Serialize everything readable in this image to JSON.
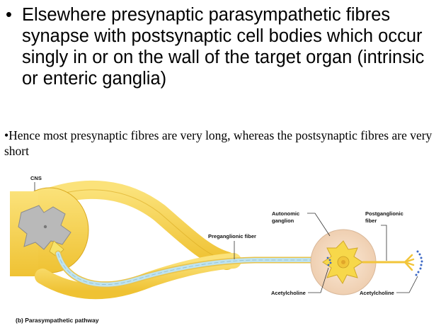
{
  "slide": {
    "bullet_glyph": "•",
    "main_text": "Elsewhere presynaptic parasympathetic fibres synapse with postsynaptic cell bodies which occur singly in or on the wall of the target organ (intrinsic or enteric ganglia)",
    "sub_text": "•Hence most presynaptic fibres are very long, whereas the postsynaptic fibres are very short"
  },
  "figure": {
    "cns_label": "CNS",
    "autonomic_label_1": "Autonomic",
    "autonomic_label_2": "ganglion",
    "postganglionic_label_1": "Postganglionic",
    "postganglionic_label_2": "fiber",
    "preganglionic_label": "Preganglionic fiber",
    "ach_label_left": "Acetylcholine",
    "ach_label_right": "Acetylcholine",
    "caption": "(b) Parasympathetic pathway",
    "colors": {
      "nerve_yellow": "#f4cc3a",
      "nerve_light": "#fbe27a",
      "axon_blue": "#bfe3ef",
      "ganglion_fill": "#f5dcc4",
      "vesicle": "#3a66c4"
    }
  }
}
